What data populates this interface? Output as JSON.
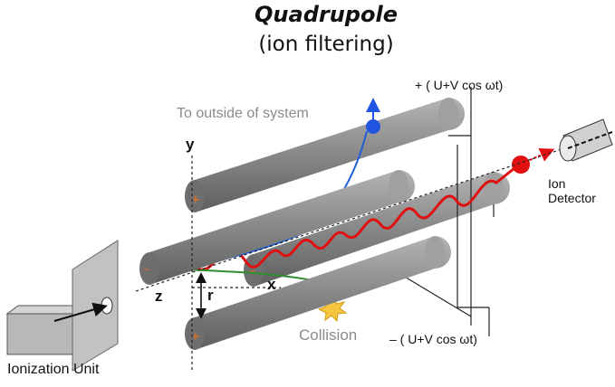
{
  "header": {
    "title": "Quadrupole",
    "subtitle": "(ion filtering)"
  },
  "labels": {
    "voltage_positive": "+ ( U+V cos ωt)",
    "voltage_negative": "– ( U+V cos ωt)",
    "to_outside": "To outside of system",
    "axis_y": "y",
    "axis_z": "z",
    "axis_r": "r",
    "axis_x": "x",
    "collision": "Collision",
    "ion_detector_1": "Ion",
    "ion_detector_2": "Detector",
    "ionization_unit": "Ionization Unit"
  },
  "colors": {
    "rod": "#8c8c8c",
    "rod_shadow": "#5e5e5e",
    "ion_path": "#e01010",
    "ejected_path": "#1f5fd6",
    "ejected_ion": "#1f55e0",
    "collided_ion": "#2f6b1f",
    "collision_burst": "#f5c542",
    "faded_text": "#8a8a8a"
  }
}
